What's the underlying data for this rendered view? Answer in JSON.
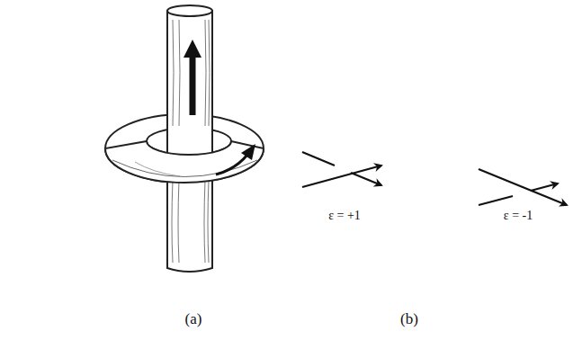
{
  "diagram": {
    "labels": [
      "ε = +1",
      "ε = -1",
      "(a)",
      "(b)"
    ]
  }
}
